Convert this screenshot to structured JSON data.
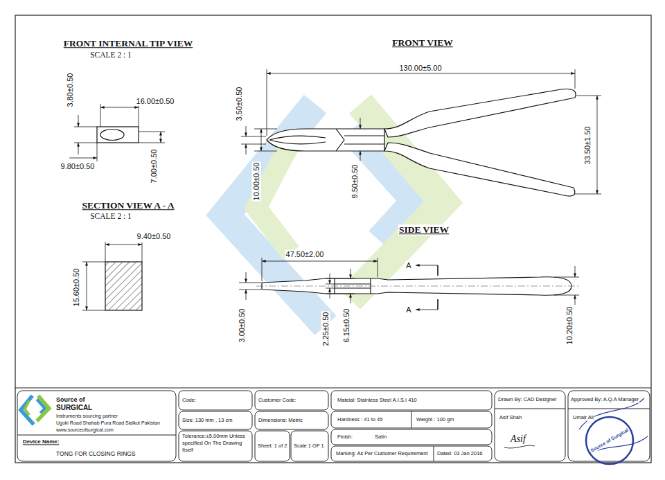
{
  "diagram": {
    "labels": [
      "FRONT INTERNAL TIP VIEW",
      "SCALE 2 : 1",
      "3.80±0.50",
      "16.00±0.50",
      "9.80±0.50",
      "7.00±0.50",
      "SECTION VIEW A - A",
      "SCALE 2 : 1",
      "9.40±0.50",
      "15.60±0.50",
      "FRONT VIEW",
      "130.00±5.00",
      "3.50±0.50",
      "10.00±0.50",
      "9.50±0.50",
      "33.50±1.50",
      "SIDE VIEW",
      "47.50±2.00",
      "A",
      "A",
      "3.00±0.50",
      "2.25±0.50",
      "6.15±0.50",
      "10.20±0.50",
      "Source of",
      "SURGICAL",
      "Instruments sourcing partner",
      "Ugoki Road Shahab Pura Road Sialkot Pakistan",
      "www.sourceofsurgical.com",
      "Device Name:",
      "TONG FOR CLOSING RINGS",
      "Code:",
      "Customer Code:",
      "Size: 130 mm , 13 cm",
      "Dimensions: Metric",
      "Tolerance:±5.00mm Unless specified On The Drawing Itself",
      "Sheet: 1 of 2",
      "Scale 1 OF 1",
      "Mateial: Stainless Steel A.I.S.I 410",
      "Hardness : 41 to 45",
      "Weight : 100 gm",
      "Finish:",
      "Satin",
      "Marking: As Per Customer Requirement",
      "Dated: 03 Jan 2016",
      "Drawn By: CAD Designer",
      "Asif Shah",
      "Asif",
      "Approved By: A.Q.A Manager",
      "Umair Ali",
      "Source of Surgical"
    ]
  }
}
